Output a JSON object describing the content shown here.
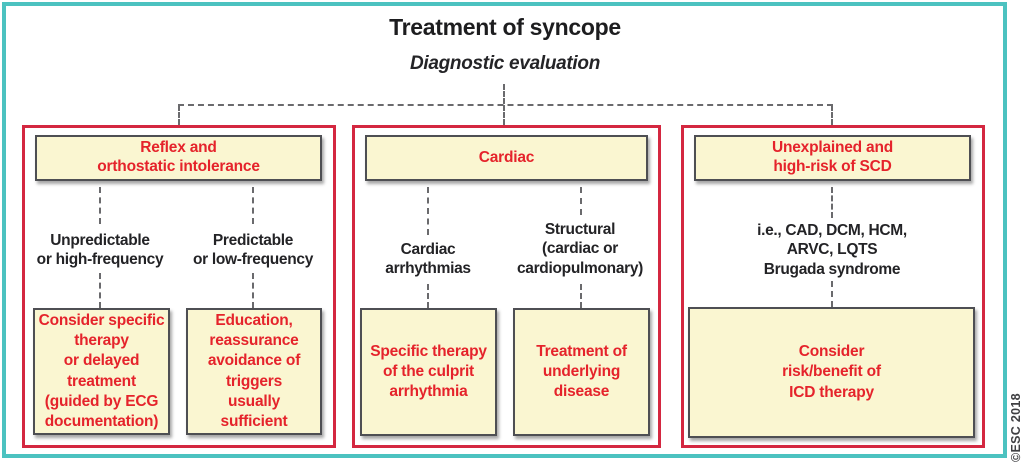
{
  "title": "Treatment of syncope",
  "subtitle": "Diagnostic evaluation",
  "copyright": "©ESC 2018",
  "colors": {
    "frame_teal": "#4cc2c0",
    "panel_red_border": "#d42740",
    "text_red": "#e5232b",
    "box_cream": "#faf6d1",
    "box_border_gray": "#4e4f53",
    "dash_gray": "#6a6a6d",
    "text_dark": "#232326"
  },
  "columns": [
    {
      "header": "Reflex and\northostatic intolerance",
      "branches": [
        {
          "label": "Unpredictable\nor high-frequency",
          "outcome": "Consider specific\ntherapy\nor delayed\ntreatment\n(guided by ECG\ndocumentation)"
        },
        {
          "label": "Predictable\nor low-frequency",
          "outcome": "Education,\nreassurance\navoidance of\ntriggers\nusually\nsufficient"
        }
      ]
    },
    {
      "header": "Cardiac",
      "branches": [
        {
          "label": "Cardiac\narrhythmias",
          "outcome": "Specific therapy\nof the culprit\narrhythmia"
        },
        {
          "label": "Structural\n(cardiac or\ncardiopulmonary)",
          "outcome": "Treatment of\nunderlying\ndisease"
        }
      ]
    },
    {
      "header": "Unexplained and\nhigh-risk of SCD",
      "branches": [
        {
          "label": "i.e., CAD, DCM, HCM,\nARVC, LQTS\nBrugada syndrome",
          "outcome": "Consider\nrisk/benefit of\nICD therapy"
        }
      ]
    }
  ]
}
